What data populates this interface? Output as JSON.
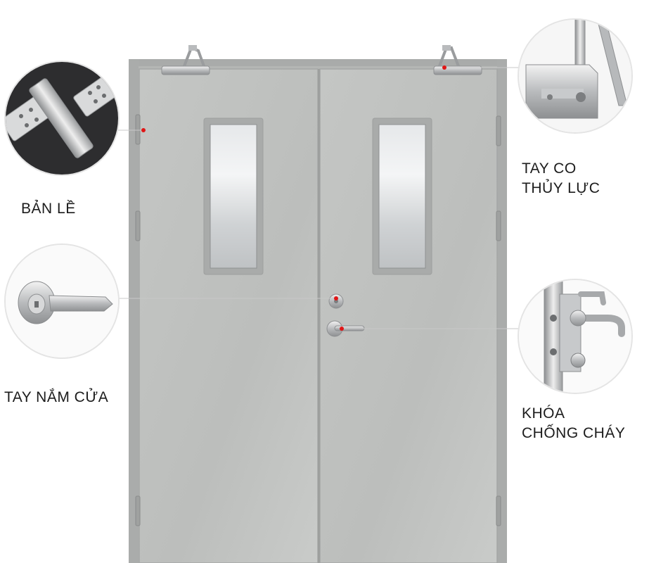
{
  "callouts": {
    "hinge": {
      "label": "BẢN LỀ"
    },
    "closer": {
      "label": "TAY CO\nTHỦY LỰC"
    },
    "handle": {
      "label": "TAY NẮM CỬA"
    },
    "lock": {
      "label": "KHÓA\nCHỐNG CHÁY"
    }
  },
  "colors": {
    "door": "#bfc1bf",
    "frame": "#b3b5b3",
    "accent_dot": "#e01616",
    "callout_line": "#c8c8c8"
  }
}
